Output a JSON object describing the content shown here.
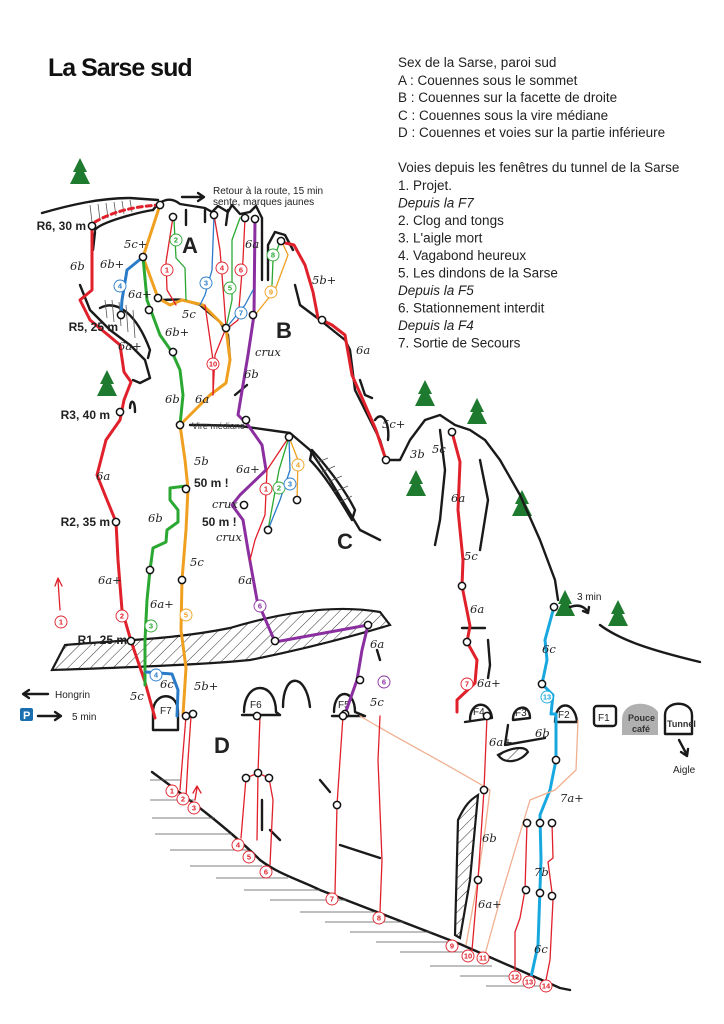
{
  "title": "La Sarse sud",
  "legend": {
    "heading": "Sex de la Sarse, paroi sud",
    "sectors": [
      "A : Couennes sous le sommet",
      "B : Couennes sur la facette de droite",
      "C : Couennes sous la vire médiane",
      "D : Couennes et voies sur la partie inférieure"
    ],
    "routes_heading": "Voies depuis les fenêtres du tunnel de la Sarse",
    "routes": [
      {
        "text": "1. Projet.",
        "italic": false
      },
      {
        "text": "Depuis la F7",
        "italic": true
      },
      {
        "text": "2. Clog and tongs",
        "italic": false
      },
      {
        "text": "3. L'aigle mort",
        "italic": false
      },
      {
        "text": "4. Vagabond heureux",
        "italic": false
      },
      {
        "text": "5. Les dindons de la Sarse",
        "italic": false
      },
      {
        "text": "Depuis la F5",
        "italic": true
      },
      {
        "text": "6. Stationnement interdit",
        "italic": false
      },
      {
        "text": "Depuis la F4",
        "italic": true
      },
      {
        "text": "7. Sortie de Secours",
        "italic": false
      }
    ]
  },
  "sectors": {
    "a": "A",
    "b": "B",
    "c": "C",
    "d": "D"
  },
  "belays": {
    "r6": "R6, 30 m",
    "r5": "R5, 25 m",
    "r3": "R3, 40 m",
    "r2": "R2, 35 m",
    "r1": "R1, 25 m"
  },
  "notes": {
    "retour_1": "Retour à la route, 15 min",
    "retour_2": "sente, marques jaunes",
    "vire": "Vire médiane",
    "crux": "crux",
    "fifty": "50 m !",
    "three_min": "3 min",
    "hongrin": "Hongrin",
    "parking": "P",
    "five_min": "5 min",
    "aigle": "Aigle",
    "pouce": "Pouce",
    "cafe": "café",
    "tunnel": "Tunnel"
  },
  "windows": {
    "f1": "F1",
    "f2": "F2",
    "f3": "F3",
    "f4": "F4",
    "f5": "F5",
    "f6": "F6",
    "f7": "F7"
  },
  "grades": [
    "5c+",
    "6b+",
    "6b",
    "6a+",
    "5c",
    "6b+",
    "6a+",
    "6b",
    "6a",
    "6a",
    "5b+",
    "6b",
    "5b",
    "6a",
    "6a+",
    "6b",
    "6a+",
    "5c",
    "6a+",
    "6a",
    "5c",
    "6c",
    "5b+",
    "6a",
    "5c+",
    "3b",
    "5c",
    "6a",
    "5c",
    "6a",
    "6a+",
    "6a",
    "5c",
    "6c",
    "6b",
    "6a+",
    "7a+",
    "6b",
    "7b",
    "6a+",
    "6c"
  ],
  "route_numbers": [
    "1",
    "2",
    "3",
    "4",
    "5",
    "6",
    "7",
    "8",
    "9",
    "10",
    "4",
    "1",
    "2",
    "3",
    "4",
    "1",
    "2",
    "3",
    "5",
    "6",
    "4",
    "6",
    "7",
    "13",
    "1",
    "2",
    "3",
    "4",
    "5",
    "6",
    "7",
    "8",
    "9",
    "10",
    "11",
    "12",
    "13",
    "14"
  ],
  "colors": {
    "red": "#e0202a",
    "orange": "#f0a020",
    "green": "#2aa832",
    "blue": "#2a7cc8",
    "purple": "#8a2ea0",
    "cyan": "#18a8e0",
    "peach": "#f0b090",
    "tree": "#1e7a2e",
    "parking": "#1a6fb0",
    "pouce": "#b0b0b0"
  }
}
